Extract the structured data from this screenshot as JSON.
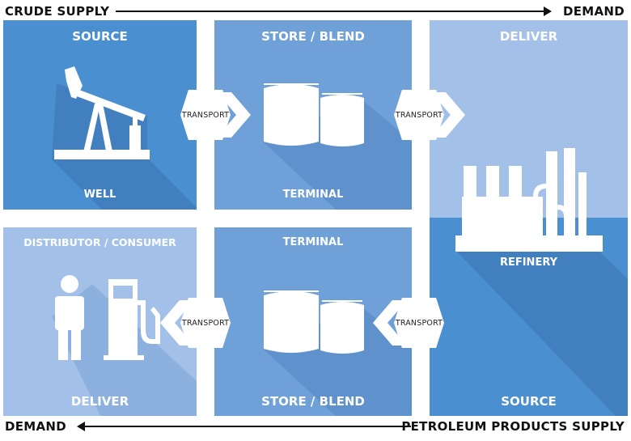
{
  "flows": {
    "top_left": "CRUDE SUPPLY",
    "top_right": "DEMAND",
    "bottom_left": "DEMAND",
    "bottom_right": "PETROLEUM PRODUCTS SUPPLY"
  },
  "panels": {
    "source": {
      "title": "SOURCE",
      "label": "WELL"
    },
    "store_top": {
      "title": "STORE / BLEND",
      "label": "TERMINAL"
    },
    "deliver_right": {
      "title": "DELIVER",
      "label": "REFINERY",
      "bottom_title": "SOURCE"
    },
    "store_bottom": {
      "title": "TERMINAL",
      "label": "STORE / BLEND"
    },
    "distributor": {
      "title": "DISTRIBUTOR / CONSUMER",
      "label": "DELIVER"
    }
  },
  "transport_label": "TRANSPORT",
  "colors": {
    "dark_blue": "#4a8fcf",
    "mid_blue": "#6fa0d8",
    "light_blue": "#9fbde6",
    "shadow": "#3b6fa8"
  },
  "icons": [
    "pumpjack-icon",
    "storage-tanks-icon",
    "refinery-icon",
    "person-icon",
    "fuel-pump-icon"
  ]
}
